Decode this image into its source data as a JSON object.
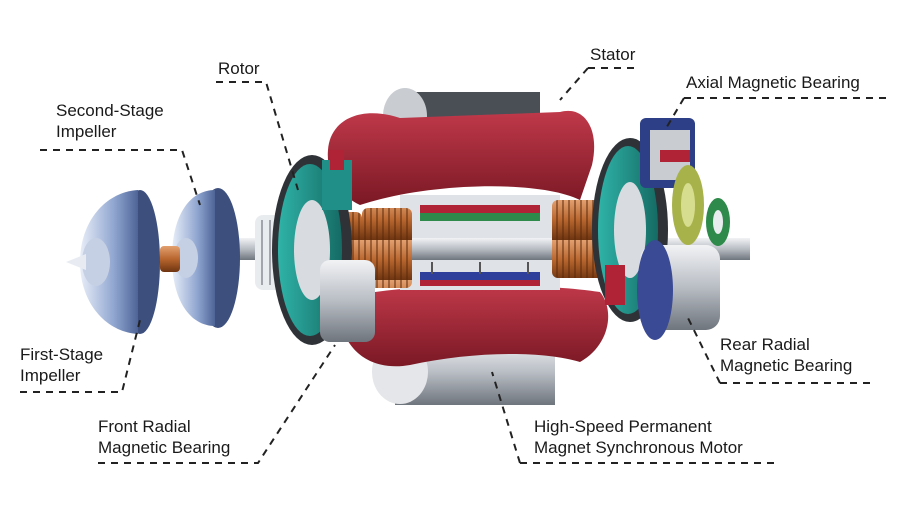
{
  "labels": {
    "rotor": [
      "Rotor"
    ],
    "stator": [
      "Stator"
    ],
    "axial_bearing": [
      "Axial Magnetic Bearing"
    ],
    "second_impeller": [
      "Second-Stage",
      "Impeller"
    ],
    "first_impeller": [
      "First-Stage",
      "Impeller"
    ],
    "front_bearing": [
      "Front Radial",
      "Magnetic Bearing"
    ],
    "rear_bearing": [
      "Rear Radial",
      "Magnetic Bearing"
    ],
    "motor": [
      "High-Speed Permanent",
      "Magnet Synchronous Motor"
    ]
  },
  "colors": {
    "stator_red": "#9c2330",
    "stator_dark": "#6e1620",
    "steel_gray": "#8a8f96",
    "bearing_teal": "#1f8f87",
    "copper": "#b8662e",
    "impeller_blue": "#7f97c6",
    "shaft": "#d9dde2",
    "axial_navy": "#2d3f86",
    "axial_olive": "#a8b24a",
    "leader": "#222222"
  }
}
